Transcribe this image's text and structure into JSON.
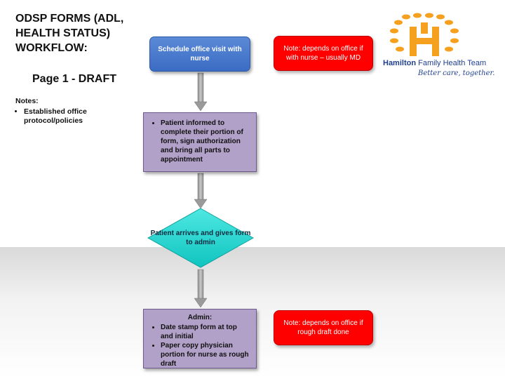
{
  "title": "ODSP FORMS (ADL, HEALTH STATUS) WORKFLOW:",
  "subtitle": "Page 1 - DRAFT",
  "notes": {
    "heading": "Notes:",
    "items": [
      "Established office protocol/policies"
    ]
  },
  "flow": {
    "step1": "Schedule office visit with nurse",
    "step1_note": "Note:  depends on office if with nurse – usually MD",
    "step2_items": [
      "Patient informed to complete their portion of form, sign authorization and bring all parts to appointment"
    ],
    "step3": "Patient arrives and gives form to admin",
    "step4_heading": "Admin:",
    "step4_items": [
      "Date stamp form at top and initial",
      "Paper copy physician portion for nurse as rough draft"
    ],
    "step4_note": "Note:  depends on office if rough draft done"
  },
  "logo": {
    "name_bold": "Hamilton",
    "name_rest": " Family Health Team",
    "tagline": "Better care, together.",
    "colors": {
      "orange": "#f5a01e",
      "blue": "#1f3f8f"
    }
  },
  "colors": {
    "blue_box": "#4a7ccf",
    "red_note": "#ff0000",
    "purple_box": "#b1a0c7",
    "diamond": "#1fd6d0"
  }
}
